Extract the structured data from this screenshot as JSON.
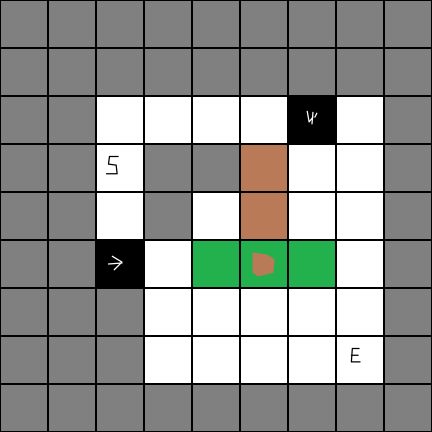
{
  "colors": {
    "wall": "#808080",
    "floor": "#ffffff",
    "dark": "#000000",
    "green": "#22b14c",
    "brown": "#b97a57"
  },
  "grid": {
    "rows": 9,
    "cols": 9,
    "cells": [
      [
        "wall",
        "wall",
        "wall",
        "wall",
        "wall",
        "wall",
        "wall",
        "wall",
        "wall"
      ],
      [
        "wall",
        "wall",
        "wall",
        "wall",
        "wall",
        "wall",
        "wall",
        "wall",
        "wall"
      ],
      [
        "wall",
        "wall",
        "floor",
        "floor",
        "floor",
        "floor",
        "dark",
        "floor",
        "wall"
      ],
      [
        "wall",
        "wall",
        "floor",
        "wall",
        "wall",
        "brown",
        "floor",
        "floor",
        "wall"
      ],
      [
        "wall",
        "wall",
        "floor",
        "wall",
        "floor",
        "brown",
        "floor",
        "floor",
        "wall"
      ],
      [
        "wall",
        "wall",
        "dark",
        "floor",
        "green",
        "green",
        "green",
        "floor",
        "wall"
      ],
      [
        "wall",
        "wall",
        "wall",
        "floor",
        "floor",
        "floor",
        "floor",
        "floor",
        "wall"
      ],
      [
        "wall",
        "wall",
        "wall",
        "floor",
        "floor",
        "floor",
        "floor",
        "floor",
        "wall"
      ],
      [
        "wall",
        "wall",
        "wall",
        "wall",
        "wall",
        "wall",
        "wall",
        "wall",
        "wall"
      ]
    ]
  },
  "markers": [
    {
      "row": 3,
      "col": 2,
      "icon": "start-s-icon",
      "color": "#000000"
    },
    {
      "row": 7,
      "col": 7,
      "icon": "end-e-icon",
      "color": "#000000"
    },
    {
      "row": 2,
      "col": 6,
      "icon": "arrow-down-icon",
      "color": "#ffffff"
    },
    {
      "row": 5,
      "col": 2,
      "icon": "arrow-right-icon",
      "color": "#ffffff"
    },
    {
      "row": 5,
      "col": 5,
      "icon": "brown-blob-icon",
      "color": "#b97a57"
    }
  ]
}
